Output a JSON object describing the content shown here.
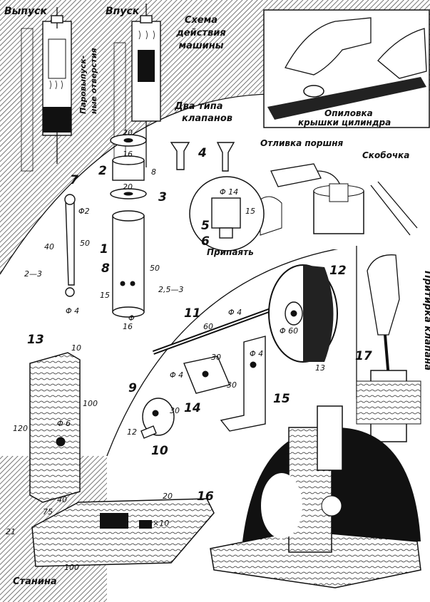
{
  "colors": {
    "ink": "#111111",
    "paper": "#ffffff",
    "hatch": "#555555"
  },
  "captions": {
    "exhaust": "Выпуск",
    "intake": "Впуск",
    "scheme_line1": "Схема",
    "scheme_line2": "действия",
    "scheme_line3": "машины",
    "steam_ports_line1": "Паровыпуск-",
    "steam_ports_line2": "ные отверстия",
    "two_valves_line1": "Два типа",
    "two_valves_line2": "клапанов",
    "filing_line1": "Опиловка",
    "filing_line2": "крышки цилиндра",
    "piston_casting": "Отливка поршня",
    "clamp": "Скобочка",
    "solder": "Припаять",
    "valve_lapping": "Притирка клапана",
    "frame": "Станина"
  },
  "part_numbers": {
    "p1": "1",
    "p2": "2",
    "p3": "3",
    "p4": "4",
    "p5": "5",
    "p6": "6",
    "p7": "7",
    "p8": "8",
    "p9": "9",
    "p10": "10",
    "p11": "11",
    "p12": "12",
    "p13": "13",
    "p14": "14",
    "p15": "15",
    "p16": "16",
    "p17": "17"
  },
  "dimensions": {
    "d20a": "20",
    "d16a": "16",
    "d8": "8",
    "d20b": "20",
    "d14": "Φ 14",
    "d15a": "15",
    "d2": "Φ2",
    "d40": "40",
    "d50a": "50",
    "d2_3": "2—3",
    "d4a": "Φ 4",
    "d15b": "15",
    "d50b": "50",
    "d25_3": "2,5—3",
    "d16b": "16",
    "dphi": "Φ",
    "d60a": "60",
    "d4b": "Φ 4",
    "d60b": "Φ 60",
    "d13": "13",
    "d30a": "30",
    "d4c": "Φ 4",
    "d30b": "30",
    "d4d": "Φ 4",
    "d30c": "30",
    "d12": "12",
    "d120": "120",
    "d100a": "100",
    "d6": "Φ 6",
    "d10a": "10",
    "d40b": "40",
    "d75": "75",
    "d20c": "20",
    "d20_10": "20×10",
    "d21": "21",
    "d100b": "100"
  }
}
